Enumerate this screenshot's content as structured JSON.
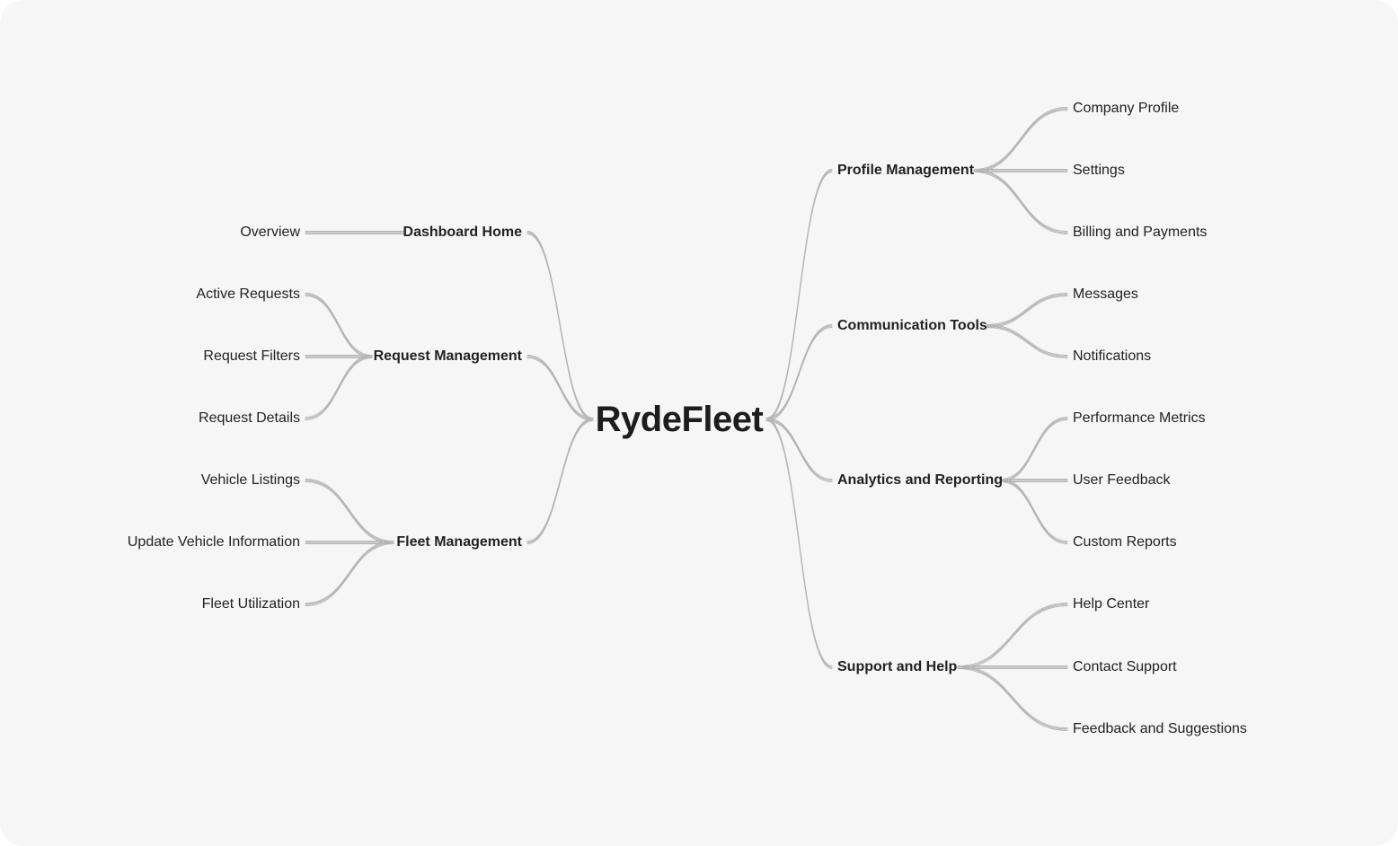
{
  "mindmap": {
    "center": "RydeFleet",
    "left": [
      {
        "label": "Dashboard Home",
        "children": [
          "Overview"
        ]
      },
      {
        "label": "Request Management",
        "children": [
          "Active Requests",
          "Request Filters",
          "Request Details"
        ]
      },
      {
        "label": "Fleet Management",
        "children": [
          "Vehicle Listings",
          "Update Vehicle Information",
          "Fleet Utilization"
        ]
      }
    ],
    "right": [
      {
        "label": "Profile Management",
        "children": [
          "Company Profile",
          "Settings",
          "Billing and Payments"
        ]
      },
      {
        "label": "Communication Tools",
        "children": [
          "Messages",
          "Notifications"
        ]
      },
      {
        "label": "Analytics and Reporting",
        "children": [
          "Performance Metrics",
          "User Feedback",
          "Custom Reports"
        ]
      },
      {
        "label": "Support and Help",
        "children": [
          "Help Center",
          "Contact Support",
          "Feedback and Suggestions"
        ]
      }
    ]
  },
  "colors": {
    "background": "#f6f6f6",
    "connector": "#b4b4b4",
    "text": "#222222"
  }
}
